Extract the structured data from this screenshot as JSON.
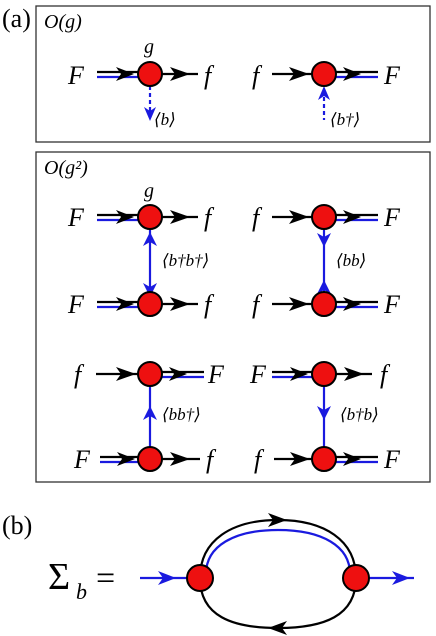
{
  "panel_a": {
    "tag": "(a)",
    "order1": {
      "title": "O(g)",
      "left": {
        "in": "F",
        "out": "f",
        "coupling": "g",
        "expectation": "⟨b⟩"
      },
      "right": {
        "in": "f",
        "out": "F",
        "expectation": "⟨b†⟩"
      }
    },
    "order2": {
      "title": "O(g²)",
      "top_left": {
        "top_in": "F",
        "top_out": "f",
        "coupling": "g",
        "bottom_in": "F",
        "bottom_out": "f",
        "expectation": "⟨b†b†⟩"
      },
      "top_right": {
        "top_in": "f",
        "top_out": "F",
        "bottom_in": "f",
        "bottom_out": "F",
        "expectation": "⟨bb⟩"
      },
      "bottom_left": {
        "top_in": "f",
        "top_out": "F",
        "bottom_in": "F",
        "bottom_out": "f",
        "expectation": "⟨bb†⟩"
      },
      "bottom_right": {
        "top_in": "F",
        "top_out": "f",
        "bottom_in": "f",
        "bottom_out": "F",
        "expectation": "⟨b†b⟩"
      }
    }
  },
  "panel_b": {
    "tag": "(b)",
    "lhs_symbol": "Σ",
    "lhs_subscript": "b",
    "equals": "="
  },
  "colors": {
    "vertex": "#ee1010",
    "boson_line": "#1a1adf",
    "fermion_line": "#000000"
  }
}
